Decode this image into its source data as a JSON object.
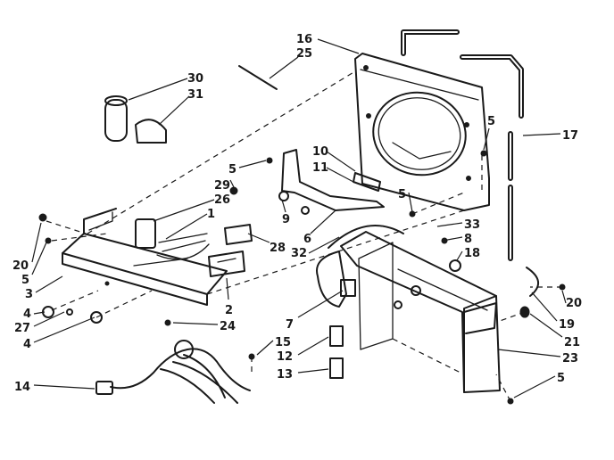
{
  "diagram": {
    "callouts": [
      {
        "id": "c16",
        "text": "16"
      },
      {
        "id": "c25",
        "text": "25"
      },
      {
        "id": "c30",
        "text": "30"
      },
      {
        "id": "c31",
        "text": "31"
      },
      {
        "id": "c17",
        "text": "17"
      },
      {
        "id": "c5a",
        "text": "5"
      },
      {
        "id": "c5b",
        "text": "5"
      },
      {
        "id": "c10",
        "text": "10"
      },
      {
        "id": "c11",
        "text": "11"
      },
      {
        "id": "c29",
        "text": "29"
      },
      {
        "id": "c26",
        "text": "26"
      },
      {
        "id": "c1",
        "text": "1"
      },
      {
        "id": "c5c",
        "text": "5"
      },
      {
        "id": "c9",
        "text": "9"
      },
      {
        "id": "c33",
        "text": "33"
      },
      {
        "id": "c8",
        "text": "8"
      },
      {
        "id": "c18",
        "text": "18"
      },
      {
        "id": "c28",
        "text": "28"
      },
      {
        "id": "c6",
        "text": "6"
      },
      {
        "id": "c32",
        "text": "32"
      },
      {
        "id": "c20a",
        "text": "20"
      },
      {
        "id": "c5d",
        "text": "5"
      },
      {
        "id": "c3",
        "text": "3"
      },
      {
        "id": "c20b",
        "text": "20"
      },
      {
        "id": "c19",
        "text": "19"
      },
      {
        "id": "c2",
        "text": "2"
      },
      {
        "id": "c4a",
        "text": "4"
      },
      {
        "id": "c27",
        "text": "27"
      },
      {
        "id": "c24",
        "text": "24"
      },
      {
        "id": "c7",
        "text": "7"
      },
      {
        "id": "c21",
        "text": "21"
      },
      {
        "id": "c15",
        "text": "15"
      },
      {
        "id": "c12",
        "text": "12"
      },
      {
        "id": "c23",
        "text": "23"
      },
      {
        "id": "c4b",
        "text": "4"
      },
      {
        "id": "c14",
        "text": "14"
      },
      {
        "id": "c13",
        "text": "13"
      },
      {
        "id": "c5e",
        "text": "5"
      }
    ]
  }
}
